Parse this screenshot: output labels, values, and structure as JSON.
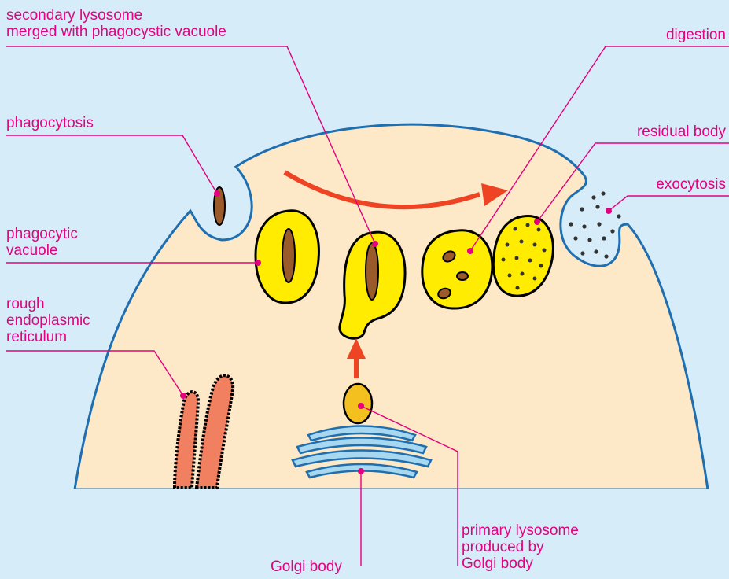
{
  "labels": {
    "secondary_lysosome_line1": "secondary lysosome",
    "secondary_lysosome_line2": "merged with phagocystic vacuole",
    "digestion": "digestion",
    "phagocytosis": "phagocytosis",
    "residual_body": "residual body",
    "exocytosis": "exocytosis",
    "phagocytic_vacuole_line1": "phagocytic",
    "phagocytic_vacuole_line2": "vacuole",
    "rough_er_line1": "rough",
    "rough_er_line2": "endoplasmic",
    "rough_er_line3": "reticulum",
    "golgi_body": "Golgi body",
    "primary_lysosome_line1": "primary lysosome",
    "primary_lysosome_line2": "produced by",
    "primary_lysosome_line3": "Golgi body"
  },
  "colors": {
    "background": "#d6ecf8",
    "cell": "#fde8c8",
    "membrane": "#1f6fb0",
    "label": "#e4007f",
    "vacuole_fill": "#ffec00",
    "particle": "#9b5a2a",
    "arrow": "#ee4423",
    "primary_lysosome": "#f4c020",
    "golgi": "#a8d8f0",
    "rough_er": "#f08060"
  }
}
